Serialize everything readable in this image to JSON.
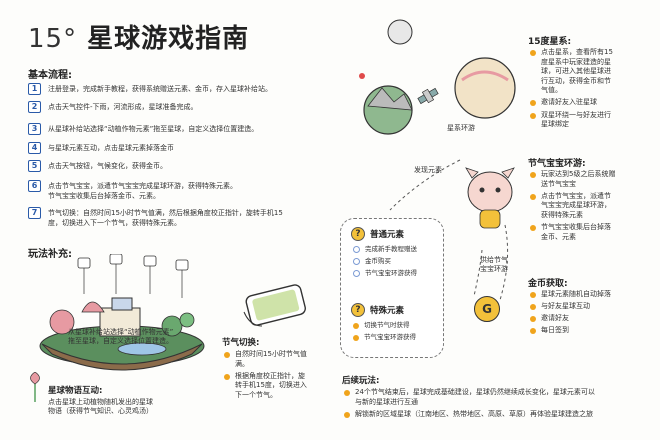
{
  "title": {
    "num": "15°",
    "text": "星球游戏指南"
  },
  "basic": {
    "heading": "基本流程:",
    "steps": [
      {
        "n": "1",
        "text": "注册登录，完成新手教程，获得系统赠送元素、金币，存入星球补给站。"
      },
      {
        "n": "2",
        "text": "点击天气控件-下雨，河流形成，星球准备完成。"
      },
      {
        "n": "3",
        "text": "从星球补给站选择“动植作物元素”拖至星球，自定义选择位置建造。"
      },
      {
        "n": "4",
        "text": "与星球元素互动，点击星球元素掉落金币"
      },
      {
        "n": "5",
        "text": "点击天气按钮，气候变化，获得金币。"
      },
      {
        "n": "6",
        "text": "点击节气宝宝，派遣节气宝宝完成星球环游，获得特殊元素。\n节气宝宝收集后台掉落金币、元素。"
      },
      {
        "n": "7",
        "text": "节气切换：自然时间15小时节气值满，然后根据角度校正指针，旋转手机15\n度，切换进入下一个节气，获得特殊元素。"
      }
    ]
  },
  "extra": {
    "heading": "玩法补充:",
    "illus_caption": "从星球补给站选择“动植作物元素”\n拖至星球，自定义选择位置建造。",
    "interact_heading": "星球物语互动:",
    "interact_text": "点击星球上动植物随机发出的星球\n物语（获得节气知识、心灵鸡汤）"
  },
  "term_switch": {
    "heading": "节气切换:",
    "items": [
      "自然时间15小时节气值\n满。",
      "根据角度校正指针，旋\n转手机15度，切换进入\n下一个节气。"
    ]
  },
  "after": {
    "heading": "后续玩法:",
    "items": [
      "24个节气结束后，星球完成基础建设，星球仍然继续成长变化，星球元素可以\n与新的星球进行互通",
      "解锁新的区域星球（江南地区、热带地区、高原、草原）再体验星球建造之旅"
    ]
  },
  "planet15": {
    "heading": "15度星系:",
    "items": [
      "点击星系，查看所有15\n度星系中玩家建造的星\n球，可进入其他星球进\n行互动，获得金币和节\n气值。",
      "邀请好友入驻星球",
      "双星环绕一与好友进行\n星球绑定"
    ]
  },
  "baby": {
    "heading": "节气宝宝环游:",
    "items": [
      "玩家达到5级之后系统赠\n送节气宝宝",
      "点击节气宝宝，派遣节\n气宝宝完成星球环游，\n获得特殊元素",
      "节气宝宝收集后台掉落\n金币、元素"
    ]
  },
  "coin": {
    "heading": "金币获取:",
    "items": [
      "星球元素随机自动掉落",
      "与好友星球互动",
      "邀请好友",
      "每日签到"
    ]
  },
  "center": {
    "orbit_label": "星系环游",
    "discover_label": "发现元素",
    "supply_label": "供给节气\n宝宝环游",
    "coin_glyph": "G",
    "normal": {
      "badge": "?",
      "title": "普通元素",
      "items": [
        "完成新手教程赠送",
        "金币购买",
        "节气宝宝环游获得"
      ]
    },
    "special": {
      "badge": "?",
      "title": "特殊元素",
      "items": [
        "切换节气时获得",
        "节气宝宝环游获得"
      ]
    }
  },
  "colors": {
    "accent": "#2a5aa8",
    "orange": "#f0a41c",
    "green": "#4c9a54",
    "pink": "#e79aa2"
  }
}
